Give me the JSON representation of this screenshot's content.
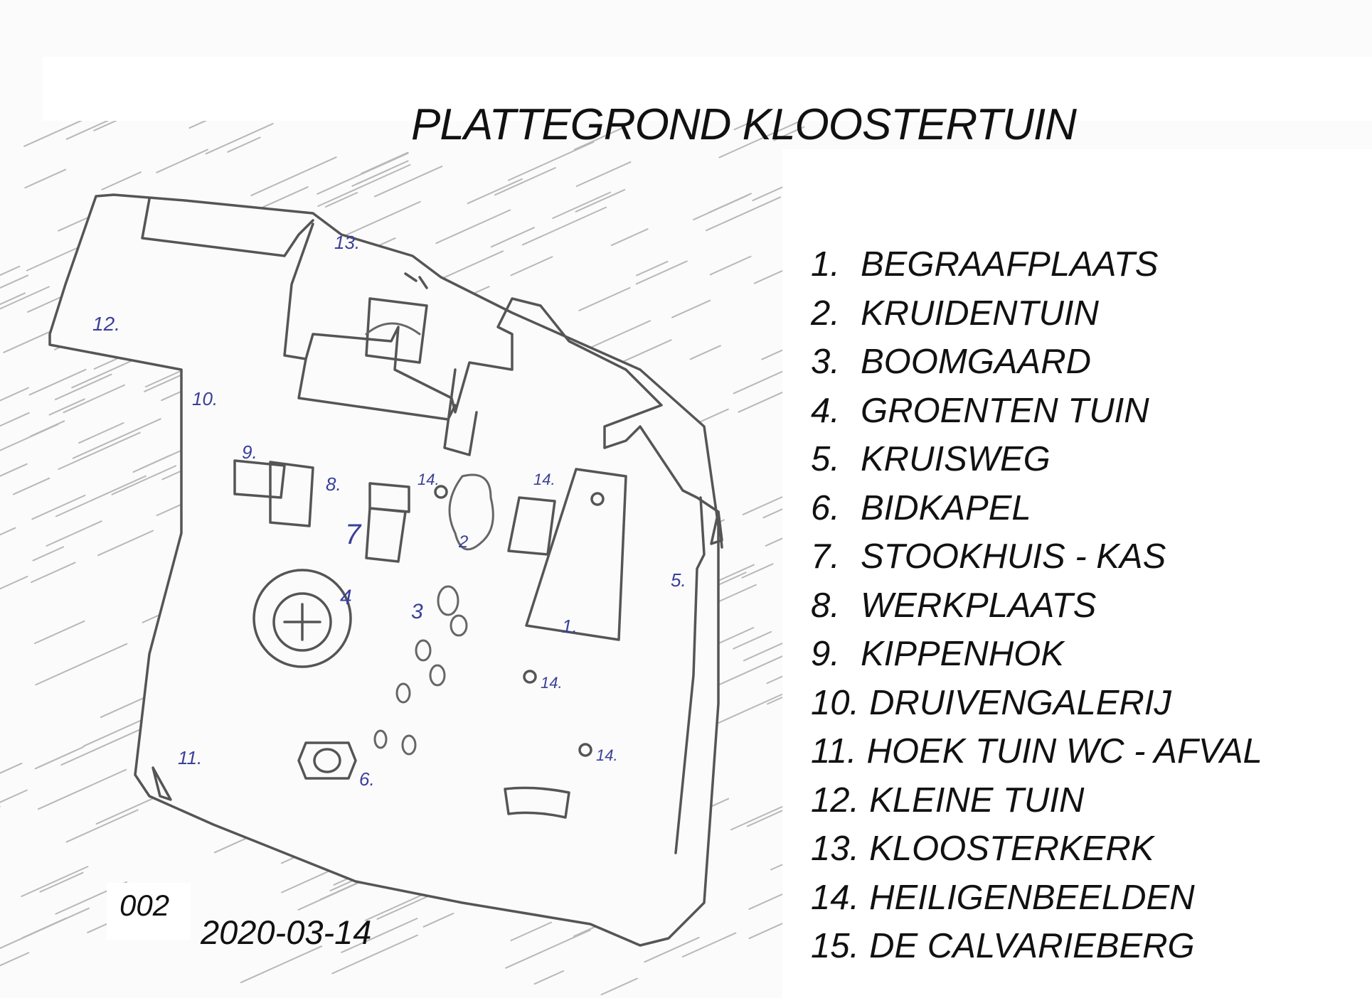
{
  "title": "PLATTEGROND KLOOSTERTUIN",
  "legend": [
    {
      "num": "1.",
      "label": "BEGRAAFPLAATS"
    },
    {
      "num": "2.",
      "label": "KRUIDENTUIN"
    },
    {
      "num": "3.",
      "label": "BOOMGAARD"
    },
    {
      "num": "4.",
      "label": "GROENTEN TUIN"
    },
    {
      "num": "5.",
      "label": "KRUISWEG"
    },
    {
      "num": "6.",
      "label": "BIDKAPEL"
    },
    {
      "num": "7.",
      "label": "STOOKHUIS  - KAS"
    },
    {
      "num": "8.",
      "label": "WERKPLAATS"
    },
    {
      "num": "9.",
      "label": "KIPPENHOK"
    },
    {
      "num": "10.",
      "label": "DRUIVENGALERIJ"
    },
    {
      "num": "11.",
      "label": "HOEK TUIN WC - AFVAL"
    },
    {
      "num": "12.",
      "label": "KLEINE TUIN"
    },
    {
      "num": "13.",
      "label": "KLOOSTERKERK"
    },
    {
      "num": "14.",
      "label": "HEILIGENBEELDEN"
    },
    {
      "num": "15.",
      "label": "DE CALVARIEBERG"
    }
  ],
  "map_labels": {
    "l1": "1.",
    "l2": "2",
    "l3": "3",
    "l4": "4",
    "l5": "5.",
    "l6": "6.",
    "l7": "7",
    "l8": "8.",
    "l9": "9.",
    "l10": "10.",
    "l11": "11.",
    "l12": "12.",
    "l13": "13.",
    "l14a": "14.",
    "l14b": "14.",
    "l14c": "14.",
    "l14d": "14."
  },
  "code": "002",
  "date": "2020-03-14",
  "colors": {
    "ink": "#111111",
    "pencil": "#555555",
    "label_ink": "#3a3f9a"
  }
}
